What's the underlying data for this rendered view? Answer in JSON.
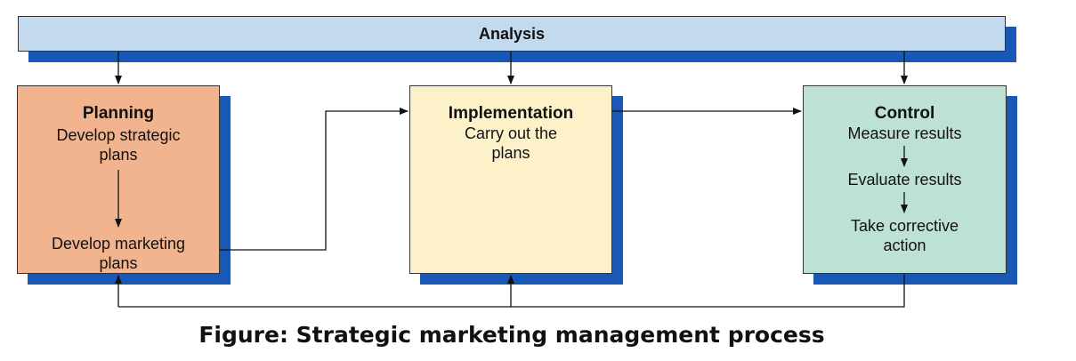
{
  "colors": {
    "analysis_fill": "#c3d9ee",
    "planning_fill": "#f2b48e",
    "implementation_fill": "#fdf1c9",
    "control_fill": "#bde2d3",
    "shadow": "#1a58b5"
  },
  "analysis": {
    "label": "Analysis"
  },
  "planning": {
    "title": "Planning",
    "line1a": "Develop strategic",
    "line1b": "plans",
    "line2a": "Develop marketing",
    "line2b": "plans"
  },
  "implementation": {
    "title": "Implementation",
    "line1a": "Carry out the",
    "line1b": "plans"
  },
  "control": {
    "title": "Control",
    "step1": "Measure results",
    "step2": "Evaluate results",
    "step3a": "Take corrective",
    "step3b": "action"
  },
  "caption": "Figure: Strategic marketing management process"
}
